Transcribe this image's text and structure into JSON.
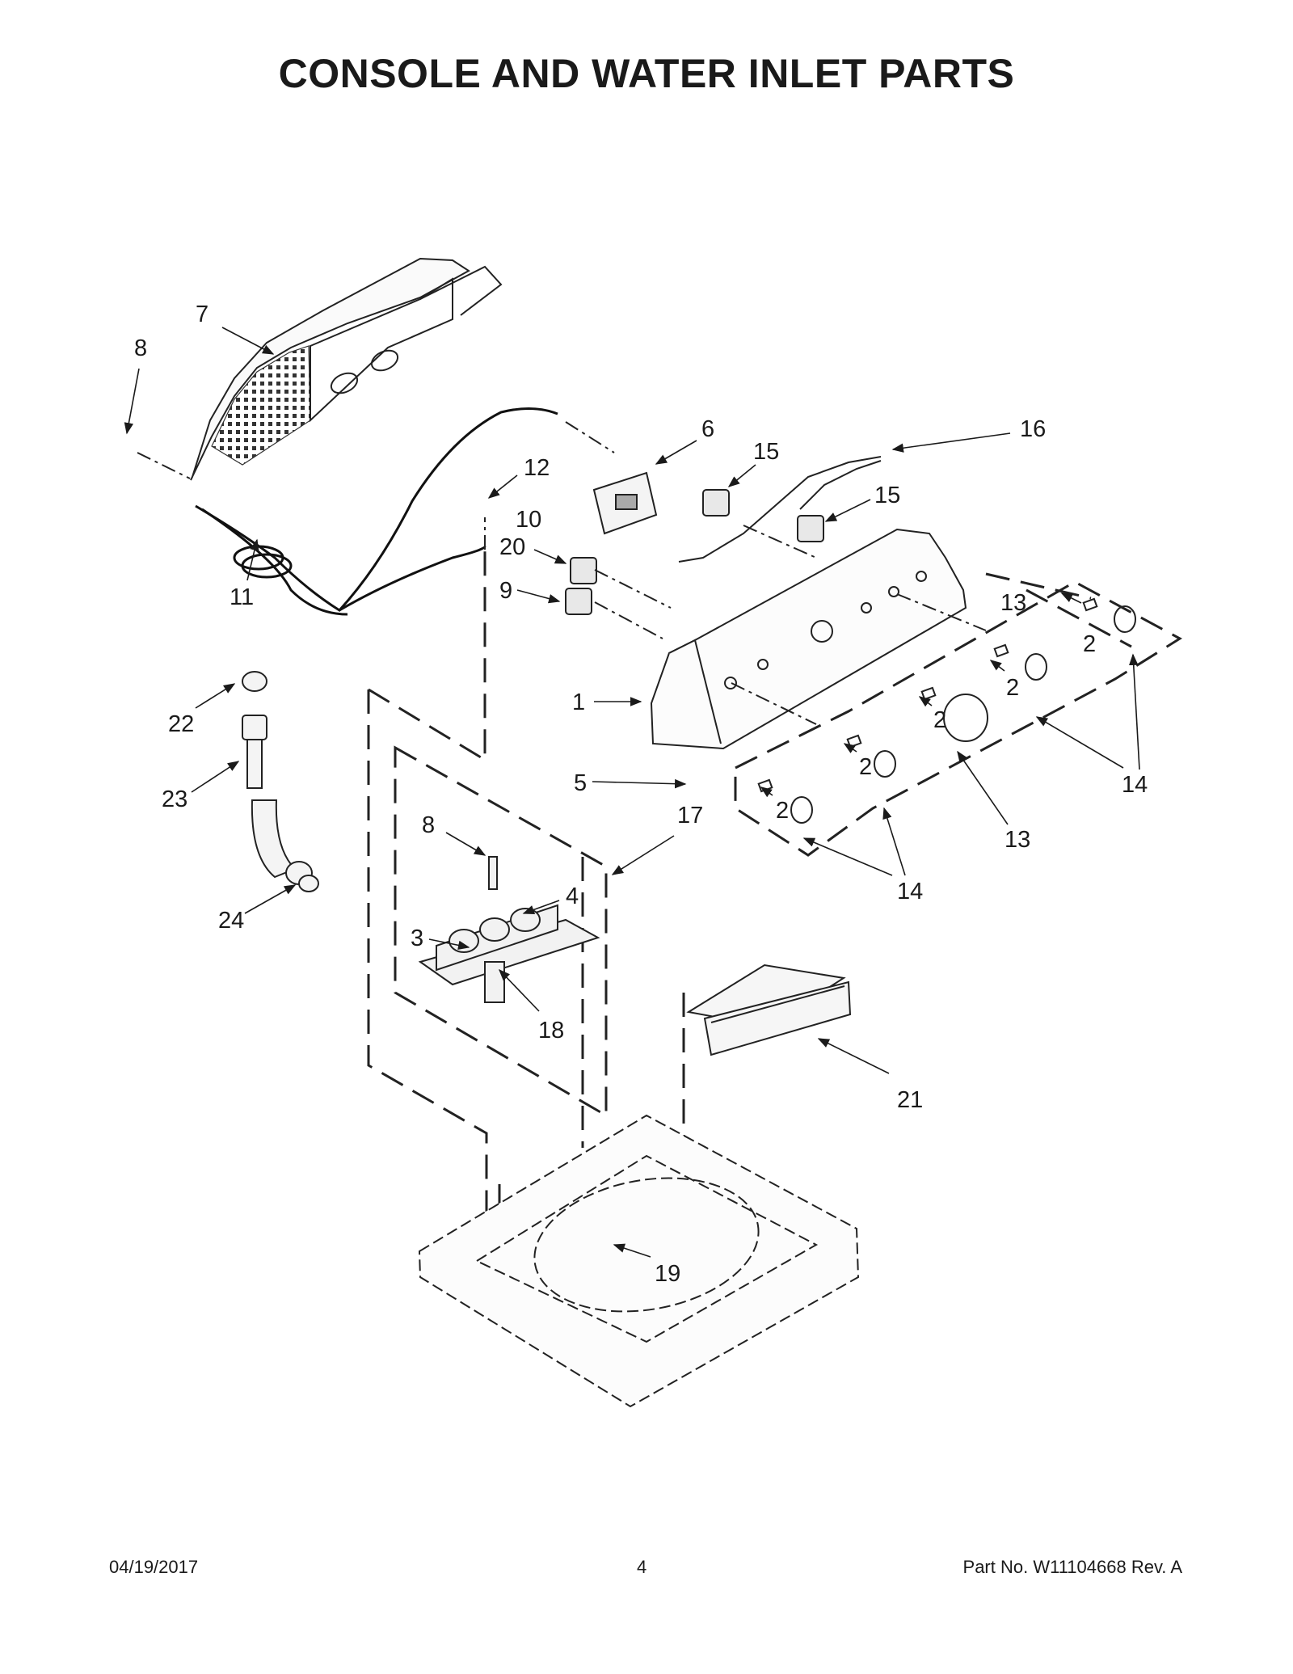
{
  "title": "CONSOLE AND WATER INLET PARTS",
  "callouts": [
    "7",
    "8",
    "6",
    "15",
    "16",
    "12",
    "10",
    "15",
    "20",
    "11",
    "9",
    "1",
    "13",
    "2",
    "2",
    "2",
    "2",
    "2",
    "14",
    "5",
    "22",
    "23",
    "8",
    "17",
    "4",
    "14",
    "13",
    "3",
    "24",
    "18",
    "21",
    "19"
  ],
  "footer": {
    "date": "04/19/2017",
    "page": "4",
    "part_no": "Part No.  W11104668   Rev.  A"
  }
}
